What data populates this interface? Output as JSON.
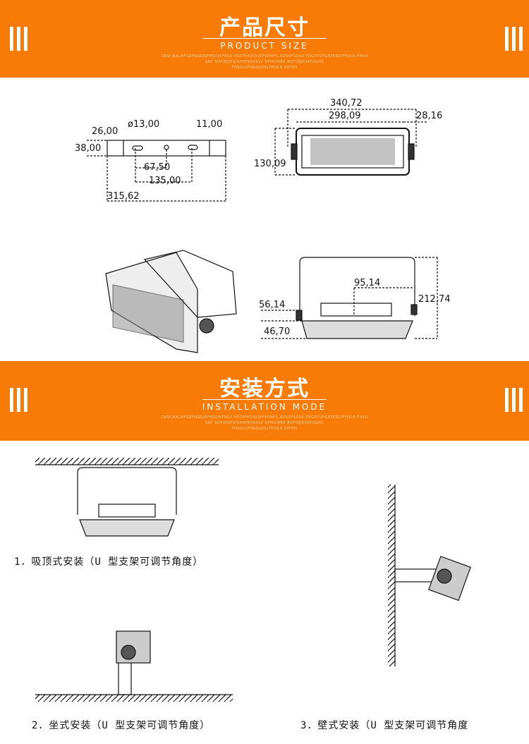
{
  "section1": {
    "title": "产品尺寸",
    "subtitle": "PRODUCT SIZE",
    "filler": [
      "CNSFJKALHFSDFNSDJKFHSDJKFBSD HSDIFHDSUIKFSDNFS ADSUFSDSK FDGSYUFGSFESDIFFJSID FHSD",
      "SDF SDFIHDFUIVHSFKHSKLV DFHUIVRE BVFSDJKVAYUGHS",
      "FHSDUIFHNSIJDSLFHSKH DIFOH"
    ]
  },
  "section2": {
    "title": "安装方式",
    "subtitle": "INSTALLATION MODE",
    "filler": [
      "CNSFJKALHFSDFNSDJKFHSDJKFBSD HSDIFHDSUIKFSDNFS ADSUFSDSK FDGSYUFGSFESDIFFJSID FHSD",
      "SDF SDFIHDFUIVHSFKHSKLV DFHUIVRE BVFSDJKVAYUGHS",
      "FHSDUIFHNSIJDSLFHSKH DIFOH"
    ]
  },
  "dimensions": {
    "bracket_hole_slot": "26,00",
    "bracket_hole_dia": "ø13,00",
    "bracket_slot": "11,00",
    "bracket_height": "38,00",
    "bracket_half": "67,50",
    "bracket_spacing": "135,00",
    "bracket_length": "315,62",
    "front_total": "340,72",
    "front_body": "298,09",
    "front_side": "28,16",
    "front_height": "130,09",
    "side_width": "95,14",
    "side_total_height": "212,74",
    "side_mount": "56,14",
    "side_body": "46,70"
  },
  "captions": [
    "1．吸顶式安装（U 型支架可调节角度）",
    "2．坐式安装（U 型支架可调节角度）",
    "3．壁式安装（U 型支架可调节角度"
  ]
}
